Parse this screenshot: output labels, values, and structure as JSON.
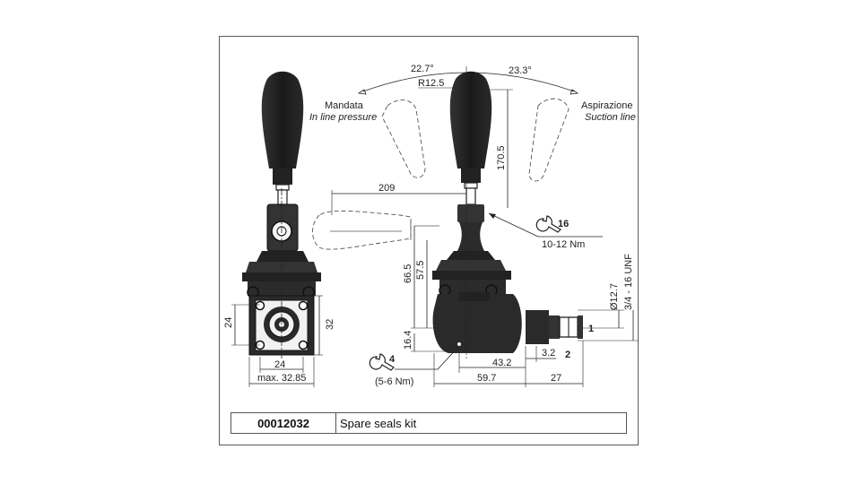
{
  "drawing": {
    "angle_left": "22.7°",
    "angle_right": "23.3°",
    "radius": "R12.5",
    "left_label_it": "Mandata",
    "left_label_en": "In line pressure",
    "right_label_it": "Aspirazione",
    "right_label_en": "Suction line",
    "height_total": "170.5",
    "width_horizontal": "209",
    "wrench_size_top": "16",
    "torque_top": "10-12 Nm",
    "dim_66_5": "66.5",
    "dim_57_5": "57.5",
    "dim_16_4": "16.4",
    "wrench_size_bottom": "4",
    "torque_bottom": "(5-6 Nm)",
    "dim_43_2": "43.2",
    "dim_3_2": "3.2",
    "dim_59_7": "59.7",
    "dim_27": "27",
    "dia_12_7": "Ø12.7",
    "thread": "3/4 - 16 UNF",
    "port_1": "1",
    "port_2": "2",
    "front_24_side": "24",
    "front_32": "32",
    "front_24_bottom": "24",
    "front_max": "max. 32.85"
  },
  "kit": {
    "code": "00012032",
    "description": "Spare seals kit"
  },
  "colors": {
    "line": "#222222",
    "dashed": "#555555",
    "part": "#1e1e1e"
  }
}
